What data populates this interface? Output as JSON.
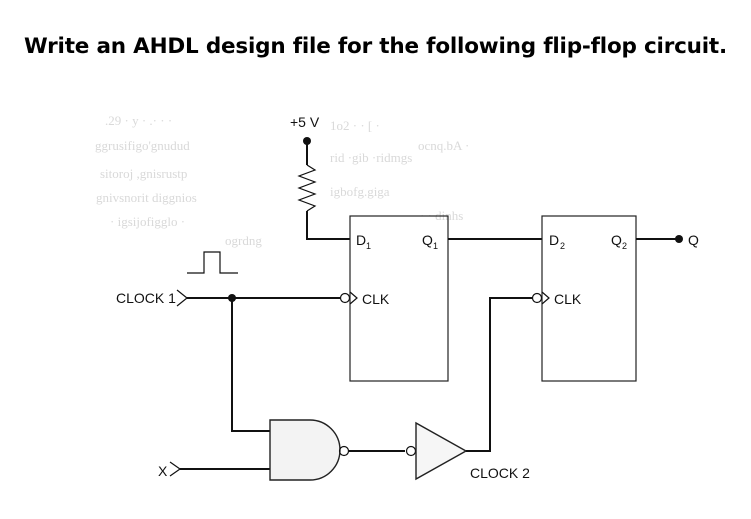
{
  "question": "Write an AHDL design file for the following flip-flop circuit.",
  "circuit": {
    "supply": "+5 V",
    "ff1": {
      "d": "D",
      "d_sub": "1",
      "q": "Q",
      "q_sub": "1",
      "clk": "CLK"
    },
    "ff2": {
      "d": "D",
      "d_sub": "2",
      "q": "Q",
      "q_sub": "2",
      "clk": "CLK"
    },
    "output": "Q",
    "clock1": "CLOCK 1",
    "clock2": "CLOCK 2",
    "input_x": "X"
  }
}
